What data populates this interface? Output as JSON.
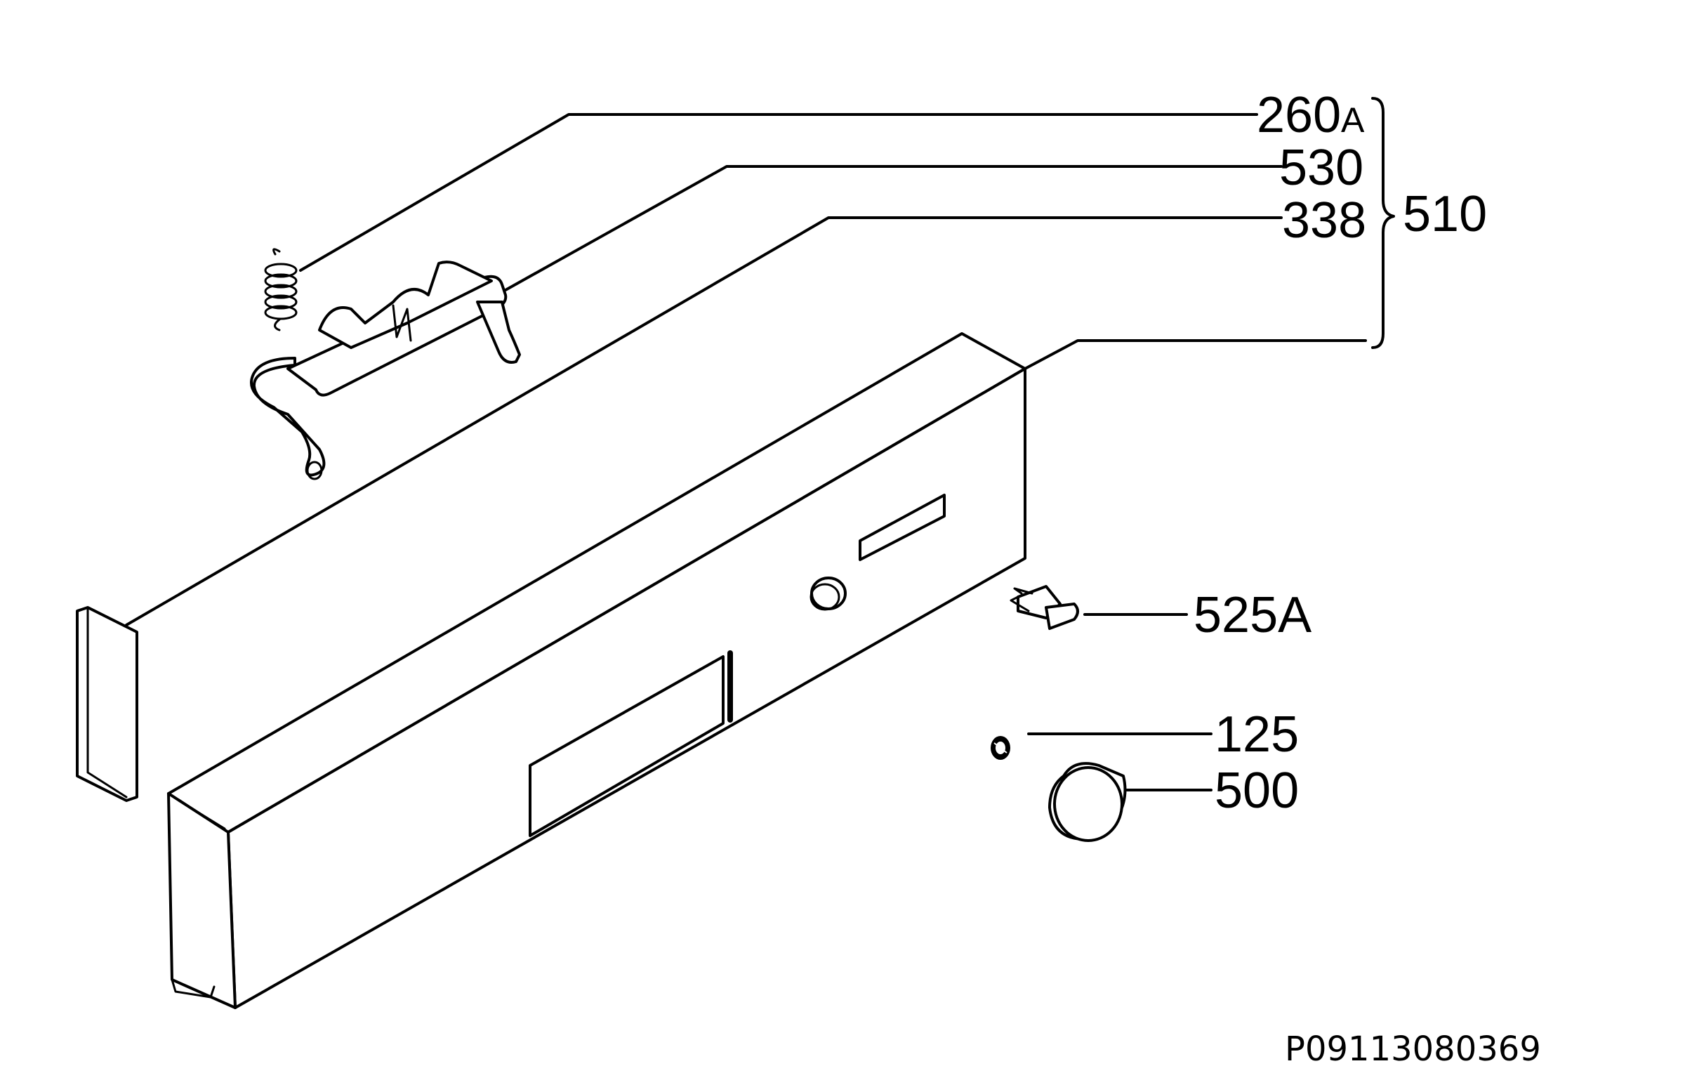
{
  "labels": {
    "spring": "260",
    "spring_suffix": "A",
    "handle": "530",
    "axle": "338",
    "assembly": "510",
    "button": "525A",
    "small_spring": "125",
    "knob": "500"
  },
  "drawing_code": "P09113080369",
  "colors": {
    "line": "#000000",
    "background": "#ffffff"
  }
}
